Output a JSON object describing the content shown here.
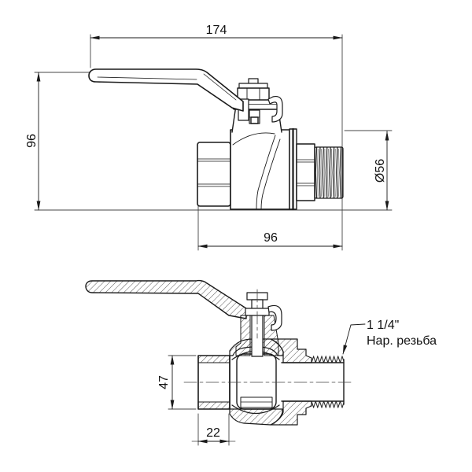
{
  "drawing": {
    "type": "technical-drawing-ball-valve",
    "colors": {
      "background": "#ffffff",
      "line": "#1a1a1a",
      "dimension_line": "#333333"
    },
    "views": {
      "side": {
        "dim_overall_length": "174",
        "dim_overall_height": "96",
        "dim_body_diameter": "Ø56",
        "dim_body_length": "96"
      },
      "section": {
        "dim_port_height": "47",
        "dim_thread_length": "22",
        "callout_line1": "1 1/4\"",
        "callout_line2": "Нар. резьба"
      }
    }
  }
}
